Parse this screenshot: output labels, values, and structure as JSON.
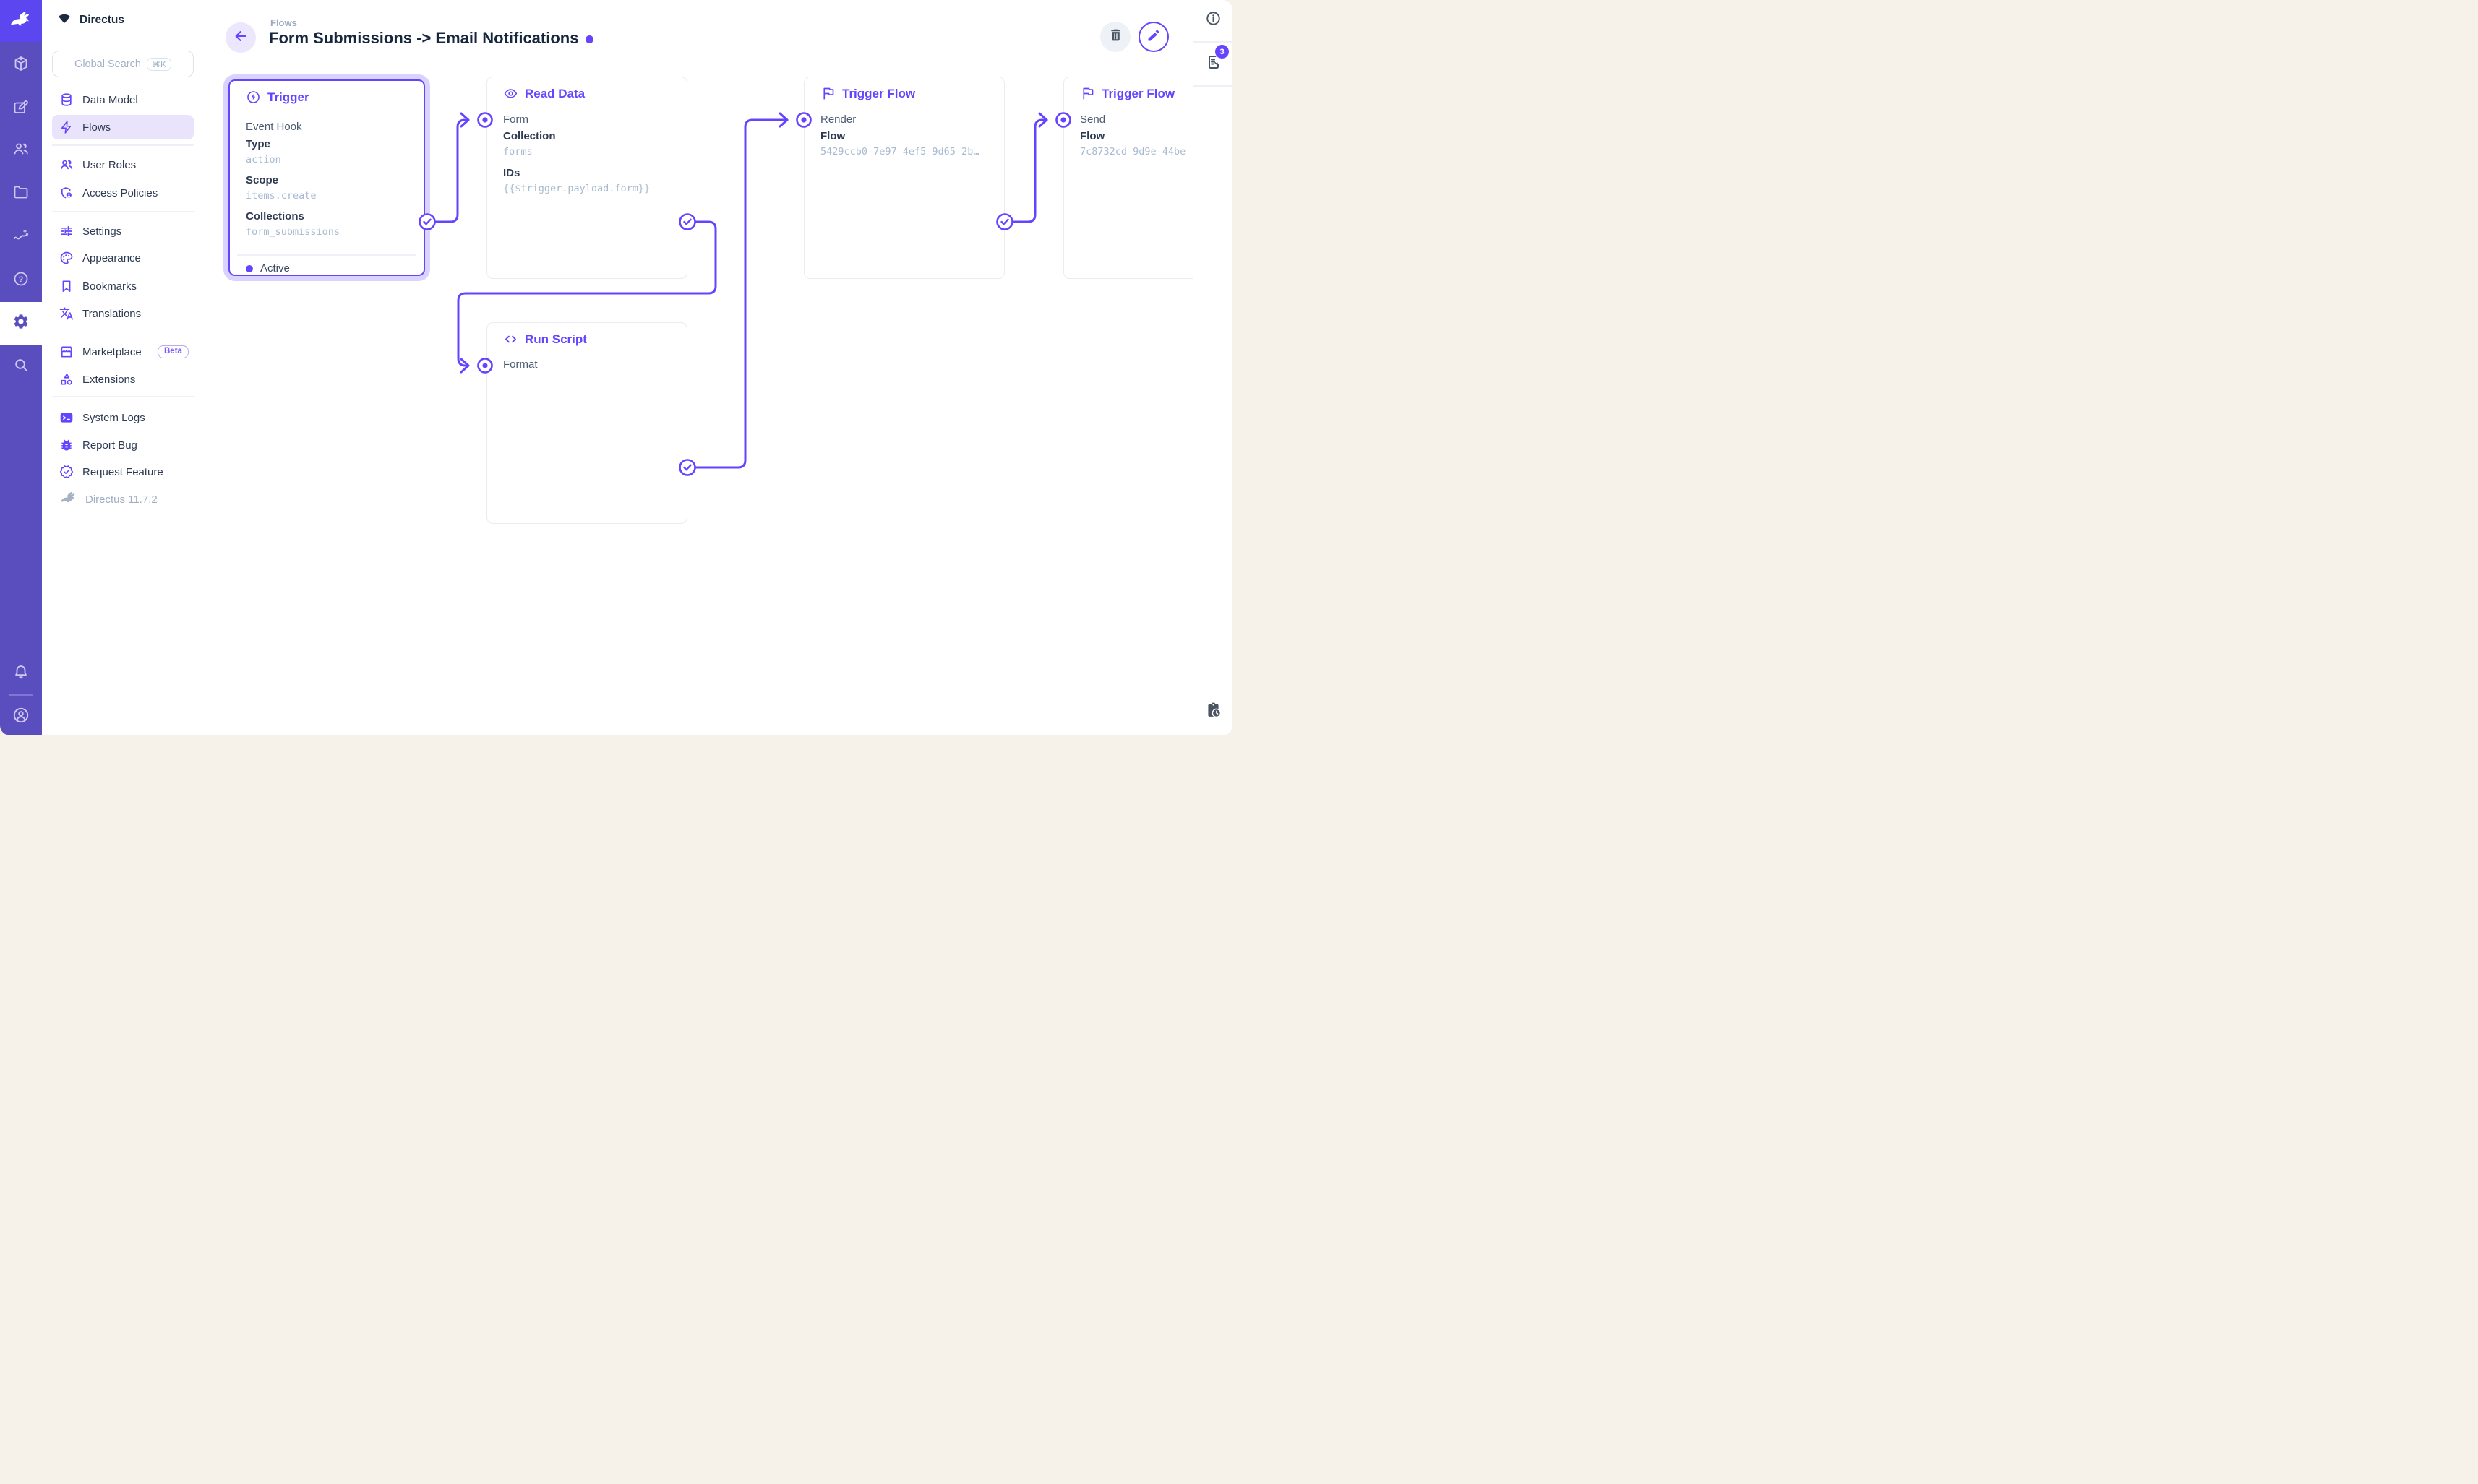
{
  "project": {
    "name": "Directus",
    "version": "Directus 11.7.2"
  },
  "module_bar": {
    "icons": [
      "box-icon",
      "edit-icon",
      "users-icon",
      "folder-icon",
      "insights-icon",
      "help-icon",
      "settings-icon",
      "search-icon",
      "notifications-icon",
      "account-icon"
    ],
    "active": "settings-icon"
  },
  "sidebar": {
    "search": {
      "placeholder": "Global Search",
      "shortcut": "⌘K"
    },
    "items": [
      {
        "label": "Data Model",
        "icon": "database-icon"
      },
      {
        "label": "Flows",
        "icon": "bolt-icon"
      },
      {
        "label": "User Roles",
        "icon": "user-roles-icon"
      },
      {
        "label": "Access Policies",
        "icon": "shield-user-icon"
      },
      {
        "label": "Settings",
        "icon": "tune-icon"
      },
      {
        "label": "Appearance",
        "icon": "palette-icon"
      },
      {
        "label": "Bookmarks",
        "icon": "bookmark-icon"
      },
      {
        "label": "Translations",
        "icon": "translate-icon"
      },
      {
        "label": "Marketplace",
        "icon": "storefront-icon",
        "badge": "Beta"
      },
      {
        "label": "Extensions",
        "icon": "extensions-icon"
      },
      {
        "label": "System Logs",
        "icon": "terminal-icon"
      },
      {
        "label": "Report Bug",
        "icon": "bug-icon"
      },
      {
        "label": "Request Feature",
        "icon": "feature-icon"
      }
    ]
  },
  "header": {
    "breadcrumb": "Flows",
    "title": "Form Submissions -> Email Notifications"
  },
  "flow": {
    "cards": [
      {
        "title": "Trigger",
        "icon": "bolt-circle-icon",
        "subtitle": "Event Hook",
        "status": "Active",
        "fields": [
          {
            "label": "Type",
            "value": "action"
          },
          {
            "label": "Scope",
            "value": "items.create"
          },
          {
            "label": "Collections",
            "value": "form_submissions"
          }
        ]
      },
      {
        "title": "Read Data",
        "icon": "eye-icon",
        "input": "Form",
        "fields": [
          {
            "label": "Collection",
            "value": "forms"
          },
          {
            "label": "IDs",
            "value": "{{$trigger.payload.form}}"
          }
        ]
      },
      {
        "title": "Trigger Flow",
        "icon": "flag-icon",
        "input": "Render",
        "fields": [
          {
            "label": "Flow",
            "value": "5429ccb0-7e97-4ef5-9d65-2b…"
          }
        ]
      },
      {
        "title": "Trigger Flow",
        "icon": "flag-icon",
        "input": "Send",
        "fields": [
          {
            "label": "Flow",
            "value": "7c8732cd-9d9e-44be"
          }
        ]
      },
      {
        "title": "Run Script",
        "icon": "code-icon",
        "input": "Format",
        "fields": []
      }
    ]
  },
  "right_sidebar": {
    "notices_count": "3"
  },
  "colors": {
    "accent": "#6644FF",
    "module_bar": "#5A4DBE",
    "logo_block": "#5B46F0"
  }
}
